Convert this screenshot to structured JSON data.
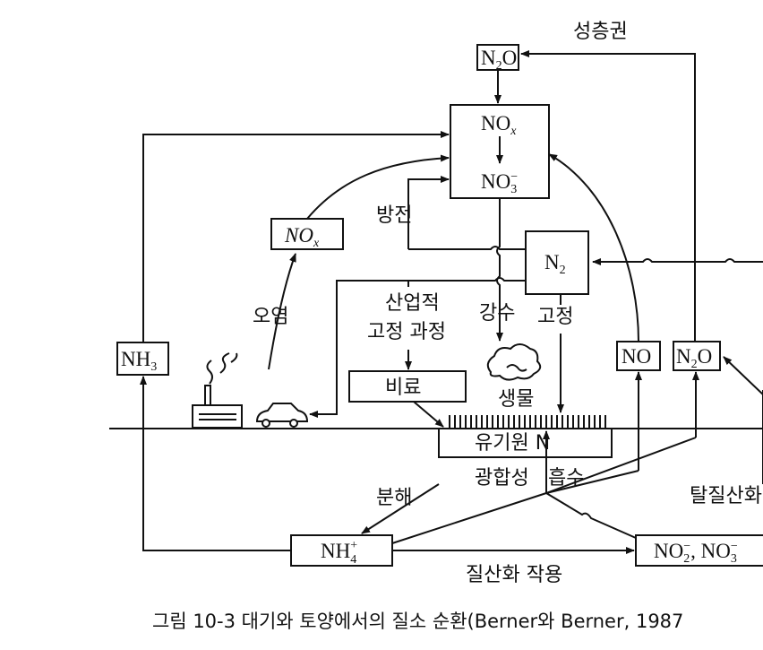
{
  "labels": {
    "stratosphere": "성층권",
    "lightning": "방전",
    "pollution": "오염",
    "industrial_1": "산업적",
    "industrial_2": "고정 과정",
    "precipitation": "강수",
    "fixation": "고정",
    "organism": "생물",
    "fertilizer": "비료",
    "organic_n": "유기원 N",
    "photosynthetic": "광합성",
    "uptake": "흡수",
    "decomposition": "분해",
    "nitrification": "질산화 작용",
    "denitrification": "탈질산화"
  },
  "chem": {
    "n2o_top": {
      "base": "N",
      "sub": "2",
      "rest": "O"
    },
    "nox_main": {
      "base": "NO",
      "sub": "x"
    },
    "no3_main": {
      "base": "NO",
      "sub": "3",
      "sup": "−"
    },
    "nox_left": {
      "base": "NO",
      "sub": "x"
    },
    "n2_mid": {
      "base": "N",
      "sub": "2"
    },
    "nh3": {
      "base": "NH",
      "sub": "3"
    },
    "no_right": {
      "base": "NO"
    },
    "n2o_right": {
      "base": "N",
      "sub": "2",
      "rest": "O"
    },
    "nh4": {
      "base": "NH",
      "sub": "4",
      "sup": "+"
    },
    "no2_no3": {
      "a": "NO",
      "a_sub": "2",
      "a_sup": "−",
      "sep": ", ",
      "b": "NO",
      "b_sub": "3",
      "b_sup": "−"
    }
  },
  "caption": "그림 10-3  대기와 토양에서의 질소 순환(Berner와 Berner, 1987"
}
